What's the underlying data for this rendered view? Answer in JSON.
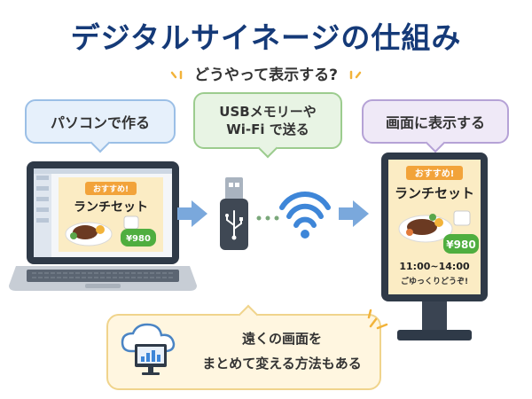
{
  "title": "デジタルサイネージの仕組み",
  "subtitle": "どうやって表示する?",
  "steps": [
    {
      "label": "パソコンで作る"
    },
    {
      "label_line1": "USBメモリーや",
      "label_line2": "Wi-Fi で送る"
    },
    {
      "label": "画面に表示する"
    }
  ],
  "screen_content": {
    "badge": "おすすめ!",
    "menu_title": "ランチセット",
    "price": "¥980",
    "hours": "11:00~14:00",
    "message": "ごゆっくりどうぞ!"
  },
  "remote_note": {
    "line1": "遠くの画面を",
    "line2": "まとめて変える方法もある"
  },
  "colors": {
    "title": "#153a78",
    "arrow": "#7aa8dc",
    "badge": "#f2a33a",
    "price_badge": "#4fae3f",
    "wifi": "#3e86d8"
  }
}
